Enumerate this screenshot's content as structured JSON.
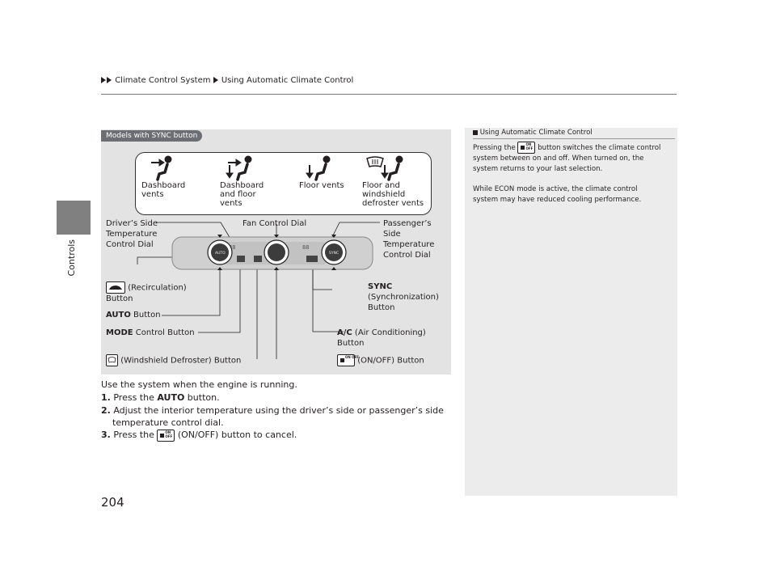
{
  "breadcrumb": {
    "items": [
      "Climate Control System",
      "Using Automatic Climate Control"
    ]
  },
  "sidebar": {
    "section_label": "Controls"
  },
  "figure": {
    "badge": "Models with SYNC button",
    "vents": [
      {
        "label": "Dashboard\nvents"
      },
      {
        "label": "Dashboard\nand floor\nvents"
      },
      {
        "label": "Floor vents"
      },
      {
        "label": "Floor and\nwindshield\ndefroster vents"
      }
    ],
    "callouts": {
      "driver_dial": "Driver’s Side\nTemperature\nControl Dial",
      "fan_dial": "Fan Control Dial",
      "passenger_dial": "Passenger’s\nSide\nTemperature\nControl Dial",
      "recirc": "(Recirculation)",
      "recirc_button": "Button",
      "sync_bold": "SYNC",
      "sync_rest": "(Synchronization)\nButton",
      "auto_bold": "AUTO",
      "auto_rest": " Button",
      "mode_bold": "MODE",
      "mode_rest": " Control Button",
      "ac_bold": "A/C",
      "ac_rest": " (Air Conditioning)",
      "ac_button": "Button",
      "defrost": "(Windshield Defroster) Button",
      "onoff": "(ON/OFF) Button"
    }
  },
  "body": {
    "intro": "Use the system when the engine is running.",
    "steps": [
      {
        "num": "1.",
        "pre": "Press the ",
        "bold": "AUTO",
        "post": " button."
      },
      {
        "num": "2.",
        "pre": "Adjust the interior temperature using the driver’s side or passenger’s side",
        "post2": "temperature control dial."
      },
      {
        "num": "3.",
        "pre": "Press the ",
        "post": " (ON/OFF) button to cancel."
      }
    ]
  },
  "side_note": {
    "title": "Using Automatic Climate Control",
    "p1_pre": "Pressing the ",
    "p1_post": " button switches the climate control",
    "p1_line2": "system between on and off. When turned on, the",
    "p1_line3": "system returns to your last selection.",
    "p2_line1": "While ECON mode is active, the climate control",
    "p2_line2": "system may have reduced cooling performance."
  },
  "page_number": "204",
  "colors": {
    "panel_bg": "#e3e3e3",
    "sidebar_block": "#808080",
    "badge_bg": "#6b6e73"
  }
}
